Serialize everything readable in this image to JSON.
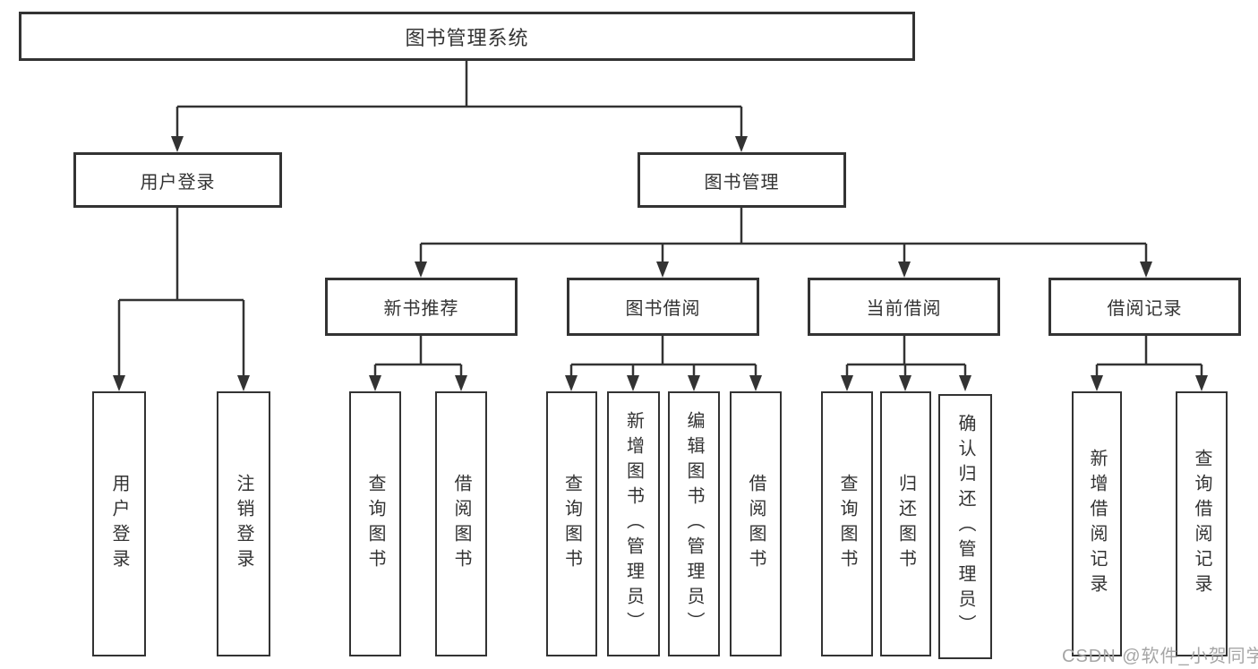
{
  "colors": {
    "line": "#333333",
    "text": "#333333",
    "watermark": "#a6a6a6",
    "background": "#ffffff"
  },
  "watermark": {
    "text": "CSDN @软件_小贺同学"
  },
  "tree": {
    "root": {
      "label": "图书管理系统"
    },
    "branches": [
      {
        "label": "用户登录",
        "children": [
          {
            "label": "用户登录"
          },
          {
            "label": "注销登录"
          }
        ]
      },
      {
        "label": "图书管理",
        "children": [
          {
            "label": "新书推荐",
            "children": [
              {
                "label": "查询图书"
              },
              {
                "label": "借阅图书"
              }
            ]
          },
          {
            "label": "图书借阅",
            "children": [
              {
                "label": "查询图书"
              },
              {
                "label": "新增图书（管理员）"
              },
              {
                "label": "编辑图书（管理员）"
              },
              {
                "label": "借阅图书"
              }
            ]
          },
          {
            "label": "当前借阅",
            "children": [
              {
                "label": "查询图书"
              },
              {
                "label": "归还图书"
              },
              {
                "label": "确认归还（管理员）"
              }
            ]
          },
          {
            "label": "借阅记录",
            "children": [
              {
                "label": "新增借阅记录"
              },
              {
                "label": "查询借阅记录"
              }
            ]
          }
        ]
      }
    ]
  }
}
